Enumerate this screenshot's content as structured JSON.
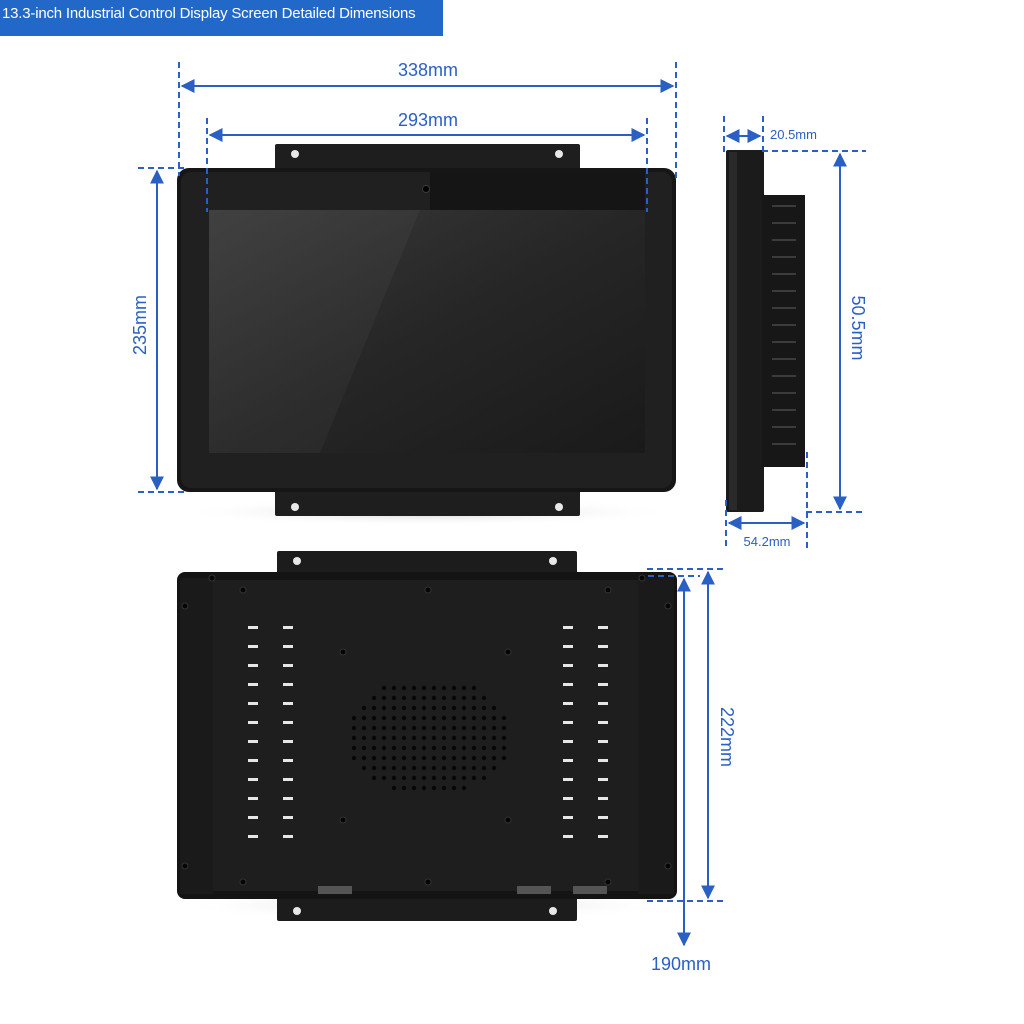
{
  "title": "13.3-inch Industrial Control Display Screen Detailed Dimensions",
  "colors": {
    "accent": "#2268c9",
    "dimension": "#2a5fc4",
    "device": "#1b1b1b"
  },
  "dimensions": {
    "overall_width": "338mm",
    "screen_width": "293mm",
    "overall_height": "235mm",
    "mount_depth": "20.5mm",
    "side_height": "50.5mm",
    "total_depth": "54.2mm",
    "back_height": "222mm",
    "back_depth": "190mm"
  }
}
